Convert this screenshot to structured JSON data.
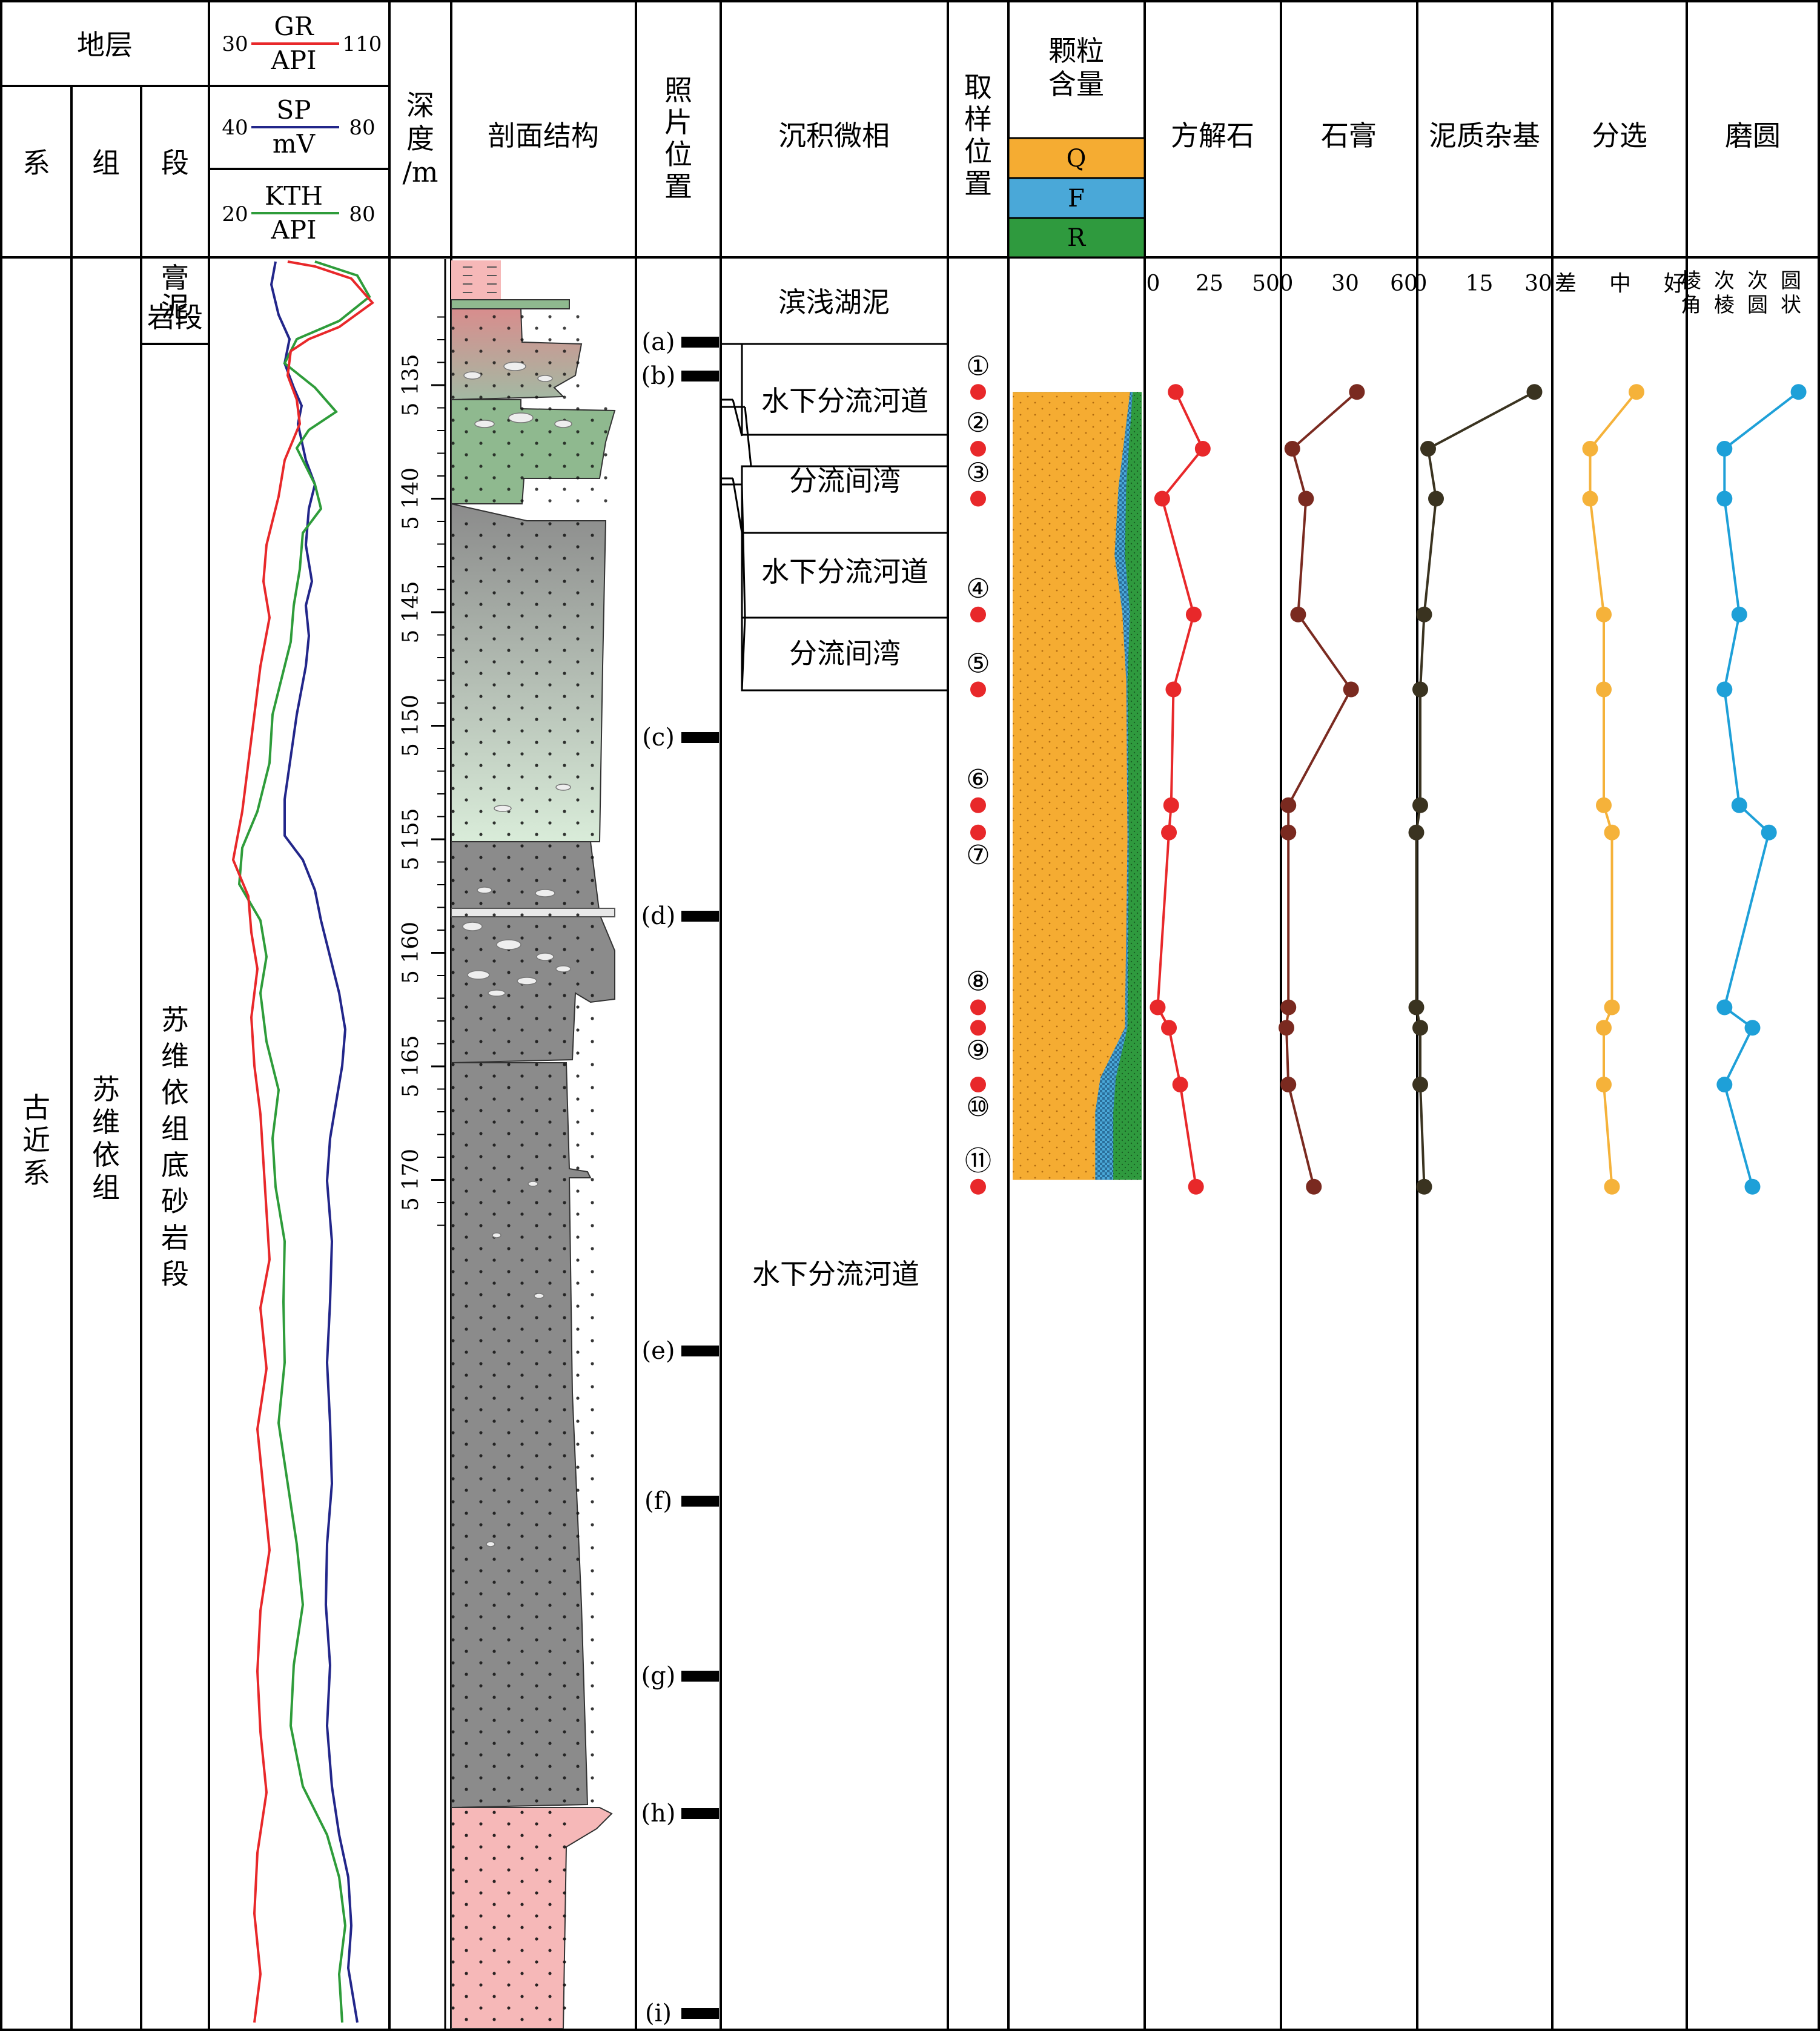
{
  "header": {
    "stratum": "地层",
    "system": "系",
    "formation": "组",
    "member": "段",
    "gr": {
      "label": "GR",
      "unit": "API",
      "min": "30",
      "max": "110"
    },
    "sp": {
      "label": "SP",
      "unit": "mV",
      "min": "40",
      "max": "80"
    },
    "kth": {
      "label": "KTH",
      "unit": "API",
      "min": "20",
      "max": "80"
    },
    "depth": [
      "深",
      "度",
      "/m"
    ],
    "profile": "剖面结构",
    "photo": [
      "照",
      "片",
      "位",
      "置"
    ],
    "facies": "沉积微相",
    "sample": [
      "取",
      "样",
      "位",
      "置"
    ],
    "grain": [
      "颗粒",
      "含量"
    ],
    "grain_keys": [
      "Q",
      "F",
      "R"
    ],
    "calcite": "方解石",
    "gypsum": "石膏",
    "matrix": "泥质杂基",
    "sorting": "分选",
    "rounding": "磨圆"
  },
  "strat": {
    "system": "古近系",
    "formation": "苏维依组",
    "member_top": "膏泥岩段",
    "member_main": "苏维依组底砂岩段"
  },
  "depth_ticks": [
    "5 135",
    "5 140",
    "5 145",
    "5 150",
    "5 155",
    "5 160",
    "5 165",
    "5 170"
  ],
  "photos": [
    "(a)",
    "(b)",
    "(c)",
    "(d)",
    "(e)",
    "(f)",
    "(g)",
    "(h)",
    "(i)"
  ],
  "facies": [
    "滨浅湖泥",
    "水下分流河道",
    "分流间湾",
    "水下分流河道",
    "分流间湾",
    "水下分流河道"
  ],
  "samples": [
    "①",
    "②",
    "③",
    "④",
    "⑤",
    "⑥",
    "⑦",
    "⑧",
    "⑨",
    "⑩",
    "⑪"
  ],
  "axis_ticks": {
    "calcite": [
      "0",
      "25",
      "50"
    ],
    "gypsum": [
      "0",
      "30",
      "60"
    ],
    "matrix": [
      "0",
      "15",
      "30"
    ],
    "sorting": [
      "差",
      "中",
      "好"
    ],
    "rounding": [
      "棱角",
      "次棱",
      "次圆",
      "圆状"
    ]
  },
  "colors": {
    "gr": "#e8282a",
    "sp": "#22268a",
    "kth": "#2e9c3a",
    "q": "#f5ac32",
    "f": "#4aa8d8",
    "r": "#2f9a3e",
    "calcite": "#e8282a",
    "gypsum": "#7a2a20",
    "matrix": "#3a3320",
    "sorting": "#f5b23a",
    "rounding": "#1ea0d8",
    "sandstone": "#8b8b8b",
    "mudstone": "#f6b8b8",
    "greenrock": "#8fb98f"
  },
  "chart_data": {
    "type": "line",
    "depth_range": [
      5131.5,
      5172.3
    ],
    "samples_depth": [
      5135.3,
      5137.8,
      5140.0,
      5145.1,
      5148.4,
      5153.5,
      5154.7,
      5162.4,
      5163.3,
      5165.8,
      5170.3
    ],
    "series": [
      {
        "name": "方解石",
        "values": [
          10,
          22,
          4,
          18,
          9,
          8,
          7,
          2,
          7,
          12,
          19
        ],
        "range": [
          0,
          50
        ]
      },
      {
        "name": "石膏",
        "values": [
          36,
          3,
          10,
          6,
          33,
          1,
          1,
          1,
          0,
          1,
          14
        ],
        "range": [
          0,
          60
        ]
      },
      {
        "name": "泥质杂基",
        "values": [
          29,
          2,
          4,
          1,
          0,
          0,
          -1,
          -1,
          0,
          0,
          1
        ],
        "range": [
          0,
          30
        ]
      },
      {
        "name": "分选",
        "values": [
          1.3,
          0.45,
          0.45,
          0.7,
          0.7,
          0.7,
          0.85,
          0.85,
          0.7,
          0.7,
          0.85
        ],
        "range": [
          0,
          2
        ]
      },
      {
        "name": "磨圆",
        "values": [
          2.9,
          0.65,
          0.65,
          1.1,
          0.65,
          1.1,
          2.0,
          0.65,
          1.5,
          0.65,
          1.5
        ],
        "range": [
          0,
          3
        ]
      }
    ],
    "grain_depth": [
      5135.3,
      5139.5,
      5142.5,
      5145.0,
      5148.0,
      5155.0,
      5163.3,
      5165.5,
      5167.0,
      5170.0
    ],
    "grain_q_frac": [
      0.91,
      0.82,
      0.79,
      0.85,
      0.88,
      0.89,
      0.87,
      0.68,
      0.64,
      0.64
    ],
    "grain_f_frac": [
      0.02,
      0.06,
      0.08,
      0.06,
      0.01,
      0.01,
      0.02,
      0.12,
      0.14,
      0.14
    ]
  }
}
